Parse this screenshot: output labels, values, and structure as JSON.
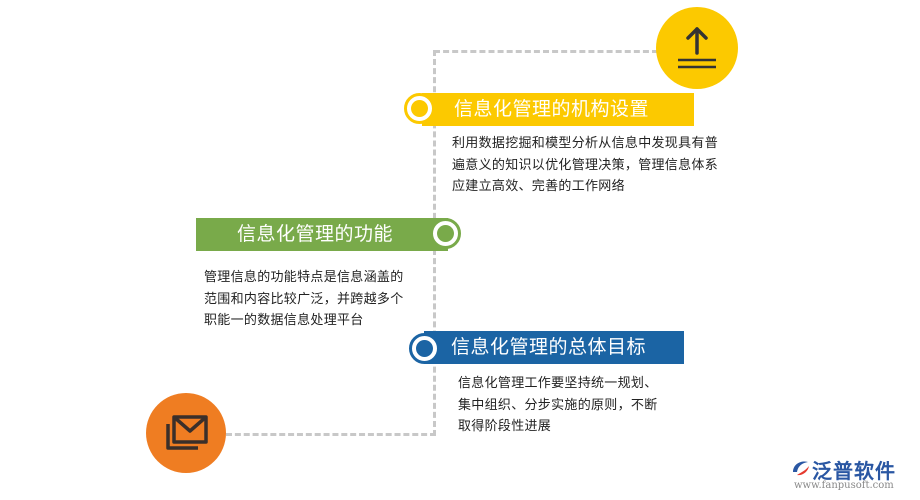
{
  "items": [
    {
      "title": "信息化管理的机构设置",
      "description": "利用数据挖掘和模型分析从信息中发现具有普遍意义的知识以优化管理决策，管理信息体系应建立高效、完善的工作网络",
      "color": "#fcc900"
    },
    {
      "title": "信息化管理的功能",
      "description": "管理信息的功能特点是信息涵盖的范围和内容比较广泛，并跨越多个职能一的数据信息处理平台",
      "color": "#79aa4a"
    },
    {
      "title": "信息化管理的总体目标",
      "description": "信息化管理工作要坚持统一规划、集中组织、分步实施的原则，不断取得阶段性进展",
      "color": "#1b64a4"
    }
  ],
  "icons": {
    "top": "upload-icon",
    "bottom": "mail-icon"
  },
  "accent_colors": {
    "top_circle": "#fcc900",
    "bottom_circle": "#ef7d22"
  },
  "logo": {
    "name": "泛普软件",
    "url": "www.fanpusoft.com"
  }
}
